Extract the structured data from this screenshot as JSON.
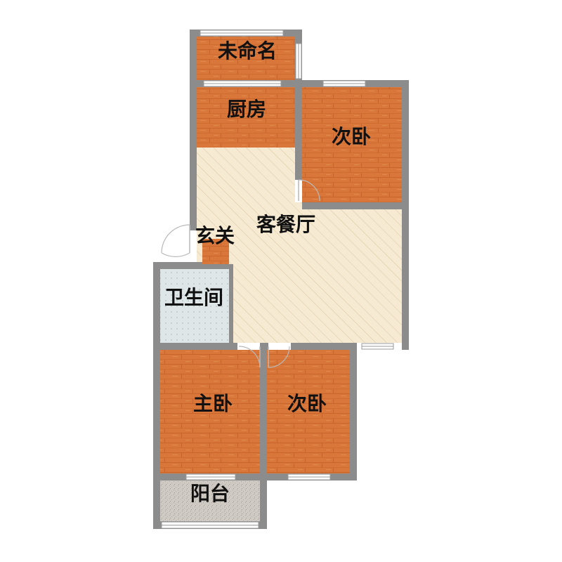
{
  "plan": {
    "rooms": {
      "unnamed": "未命名",
      "kitchen": "厨房",
      "second_bedroom_top": "次卧",
      "living_dining": "客餐厅",
      "entrance": "玄关",
      "bathroom": "卫生间",
      "master_bedroom": "主卧",
      "second_bedroom_bottom": "次卧",
      "balcony": "阳台"
    },
    "colors": {
      "wood_floor": "#d9773a",
      "living_floor": "#f6ead2",
      "bathroom_floor": "#dfe6e8",
      "balcony_floor": "#cfcac4",
      "wall": "#8c8c8c"
    }
  }
}
